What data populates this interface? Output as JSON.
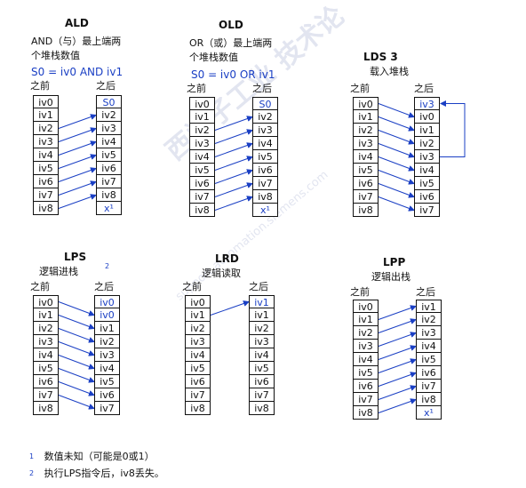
{
  "labels": {
    "before": "之前",
    "after": "之后"
  },
  "watermark": {
    "line1": "西门子工业 技术论",
    "line2": "support.automation.siemens.com"
  },
  "footnotes": [
    {
      "mark": "1",
      "text": "数值未知（可能是0或1）"
    },
    {
      "mark": "2",
      "text": "执行LPS指令后，iv8丢失。"
    }
  ],
  "panels": [
    {
      "id": "ald",
      "title": "ALD",
      "subtitle": [
        "AND（与）最上端两",
        "个堆栈数值"
      ],
      "formula": "S0 = iv0 AND iv1",
      "note_mark": "",
      "before": [
        "iv0",
        "iv1",
        "iv2",
        "iv3",
        "iv4",
        "iv5",
        "iv6",
        "iv7",
        "iv8"
      ],
      "after": [
        "S0",
        "iv2",
        "iv3",
        "iv4",
        "iv5",
        "iv6",
        "iv7",
        "iv8",
        "x¹"
      ],
      "highlight": [
        0,
        8
      ],
      "arrows": [
        [
          2,
          1
        ],
        [
          3,
          2
        ],
        [
          4,
          3
        ],
        [
          5,
          4
        ],
        [
          6,
          5
        ],
        [
          7,
          6
        ],
        [
          8,
          7
        ]
      ],
      "loop": null
    },
    {
      "id": "old",
      "title": "OLD",
      "subtitle": [
        "OR（或）最上端两",
        "个堆栈数值"
      ],
      "formula": "S0 = iv0 OR iv1",
      "note_mark": "",
      "before": [
        "iv0",
        "iv1",
        "iv2",
        "iv3",
        "iv4",
        "iv5",
        "iv6",
        "iv7",
        "iv8"
      ],
      "after": [
        "S0",
        "iv2",
        "iv3",
        "iv4",
        "iv5",
        "iv6",
        "iv7",
        "iv8",
        "x¹"
      ],
      "highlight": [
        0,
        8
      ],
      "arrows": [
        [
          2,
          1
        ],
        [
          3,
          2
        ],
        [
          4,
          3
        ],
        [
          5,
          4
        ],
        [
          6,
          5
        ],
        [
          7,
          6
        ],
        [
          8,
          7
        ]
      ],
      "loop": null
    },
    {
      "id": "lds",
      "title": "LDS 3",
      "subtitle": [
        "载入堆栈"
      ],
      "formula": "",
      "note_mark": "",
      "before": [
        "iv0",
        "iv1",
        "iv2",
        "iv3",
        "iv4",
        "iv5",
        "iv6",
        "iv7",
        "iv8"
      ],
      "after": [
        "iv3",
        "iv0",
        "iv1",
        "iv2",
        "iv3",
        "iv4",
        "iv5",
        "iv6",
        "iv7"
      ],
      "highlight": [
        0
      ],
      "arrows": [
        [
          0,
          1
        ],
        [
          1,
          2
        ],
        [
          2,
          3
        ],
        [
          3,
          4
        ],
        [
          4,
          5
        ],
        [
          5,
          6
        ],
        [
          6,
          7
        ],
        [
          7,
          8
        ]
      ],
      "loop": [
        4,
        0
      ]
    },
    {
      "id": "lps",
      "title": "LPS",
      "subtitle": [
        "逻辑进栈"
      ],
      "formula": "",
      "note_mark": "2",
      "before": [
        "iv0",
        "iv1",
        "iv2",
        "iv3",
        "iv4",
        "iv5",
        "iv6",
        "iv7",
        "iv8"
      ],
      "after": [
        "iv0",
        "iv0",
        "iv1",
        "iv2",
        "iv3",
        "iv4",
        "iv5",
        "iv6",
        "iv7"
      ],
      "highlight": [
        0,
        1
      ],
      "arrows": [
        [
          0,
          1
        ],
        [
          1,
          2
        ],
        [
          2,
          3
        ],
        [
          3,
          4
        ],
        [
          4,
          5
        ],
        [
          5,
          6
        ],
        [
          6,
          7
        ],
        [
          7,
          8
        ]
      ],
      "loop": null
    },
    {
      "id": "lrd",
      "title": "LRD",
      "subtitle": [
        "逻辑读取"
      ],
      "formula": "",
      "note_mark": "",
      "before": [
        "iv0",
        "iv1",
        "iv2",
        "iv3",
        "iv4",
        "iv5",
        "iv6",
        "iv7",
        "iv8"
      ],
      "after": [
        "iv1",
        "iv1",
        "iv2",
        "iv3",
        "iv4",
        "iv5",
        "iv6",
        "iv7",
        "iv8"
      ],
      "highlight": [
        0
      ],
      "arrows": [
        [
          1,
          0
        ]
      ],
      "loop": null
    },
    {
      "id": "lpp",
      "title": "LPP",
      "subtitle": [
        "逻辑出栈"
      ],
      "formula": "",
      "note_mark": "",
      "before": [
        "iv0",
        "iv1",
        "iv2",
        "iv3",
        "iv4",
        "iv5",
        "iv6",
        "iv7",
        "iv8"
      ],
      "after": [
        "iv1",
        "iv2",
        "iv3",
        "iv4",
        "iv5",
        "iv6",
        "iv7",
        "iv8",
        "x¹"
      ],
      "highlight": [
        8
      ],
      "arrows": [
        [
          1,
          0
        ],
        [
          2,
          1
        ],
        [
          3,
          2
        ],
        [
          4,
          3
        ],
        [
          5,
          4
        ],
        [
          6,
          5
        ],
        [
          7,
          6
        ],
        [
          8,
          7
        ]
      ],
      "loop": null
    }
  ]
}
